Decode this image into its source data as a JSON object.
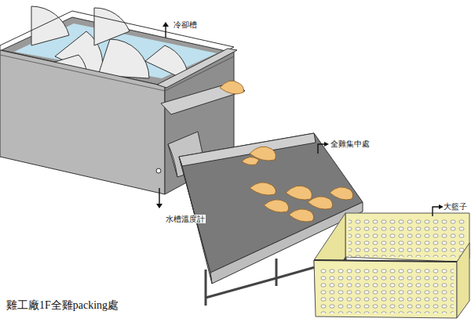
{
  "diagram": {
    "caption": "雞工廠1F全雞packing處",
    "labels": [
      "冷卻槽",
      "全雞集中處",
      "水槽溫度計",
      "大籃子"
    ]
  }
}
